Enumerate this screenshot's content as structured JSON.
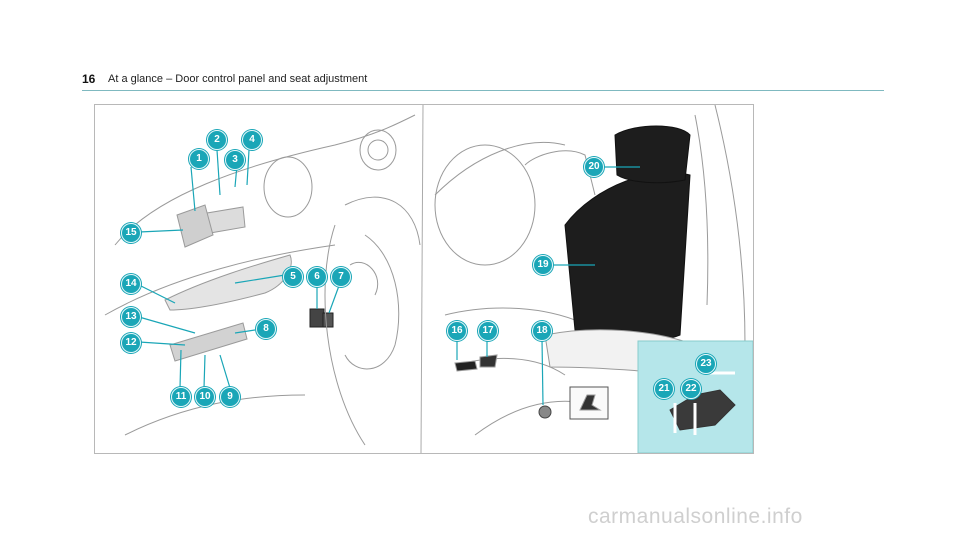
{
  "header": {
    "page_number": "16",
    "title": "At a glance – Door control panel and seat adjustment"
  },
  "callouts": [
    "1",
    "2",
    "3",
    "4",
    "5",
    "6",
    "7",
    "8",
    "9",
    "10",
    "11",
    "12",
    "13",
    "14",
    "15",
    "16",
    "17",
    "18",
    "19",
    "20",
    "21",
    "22",
    "23"
  ],
  "watermark": "carmanualsonline.info",
  "colors": {
    "accent": "#1aa6b7",
    "inset_background": "#b5e6ea",
    "header_rule": "#7fb9c0"
  }
}
